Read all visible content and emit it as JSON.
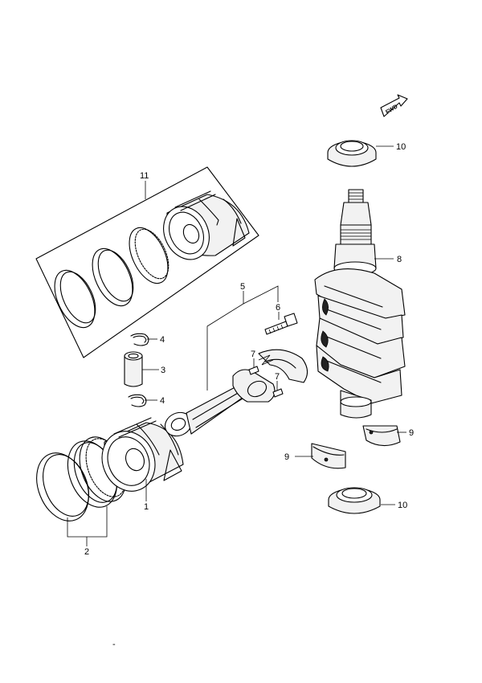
{
  "fwd_label": "FWD",
  "footer_mark": "-",
  "callouts": {
    "c1": "1",
    "c2": "2",
    "c3": "3",
    "c4a": "4",
    "c4b": "4",
    "c5": "5",
    "c6": "6",
    "c7a": "7",
    "c7b": "7",
    "c8": "8",
    "c9a": "9",
    "c9b": "9",
    "c10a": "10",
    "c10b": "10",
    "c11": "11"
  }
}
